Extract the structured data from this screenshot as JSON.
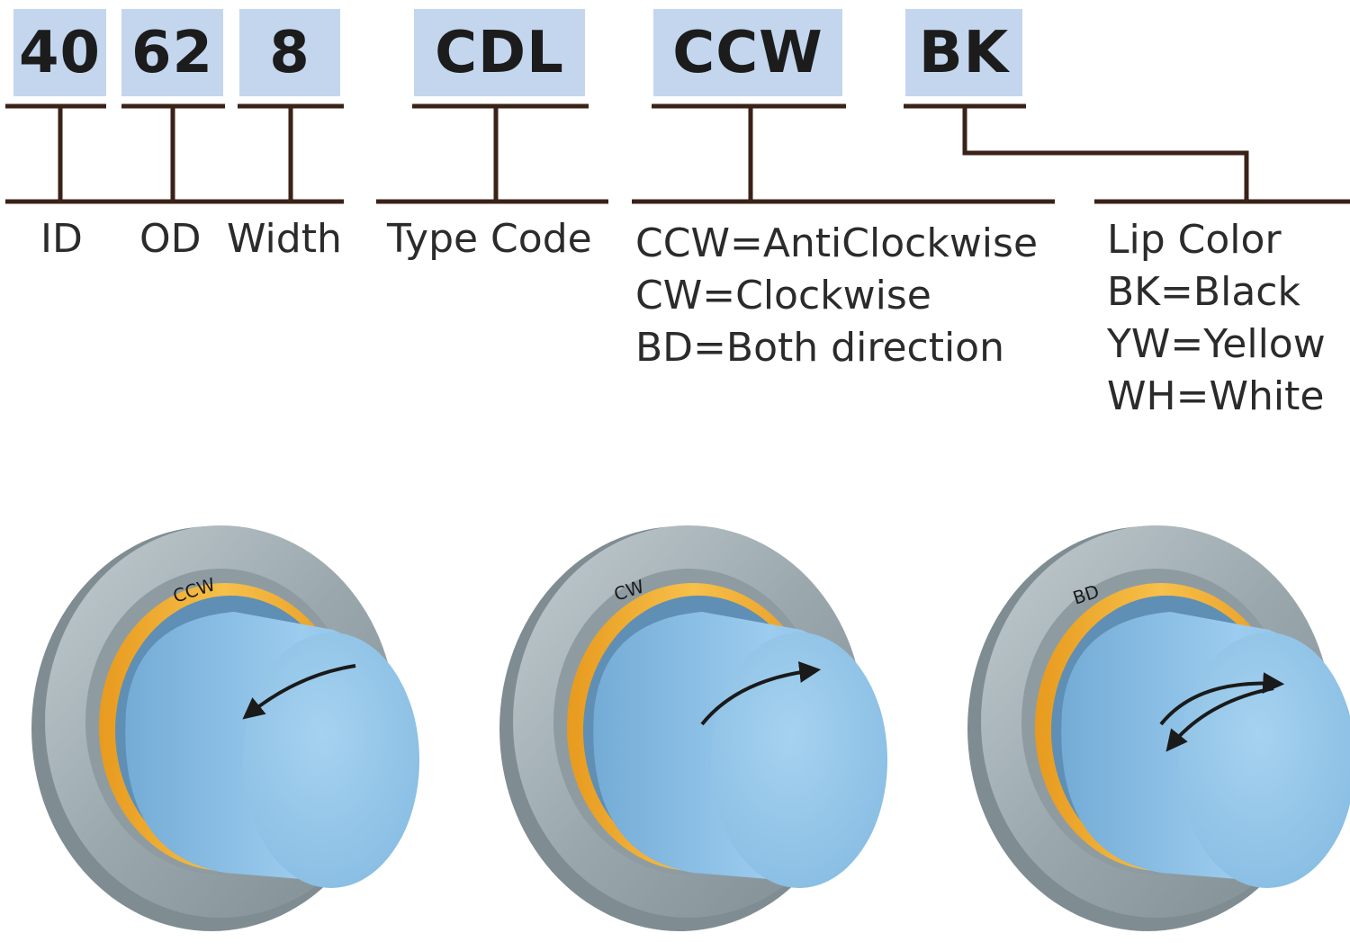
{
  "code_parts": {
    "id_value": "40",
    "od_value": "62",
    "width_value": "8",
    "type_value": "CDL",
    "direction_value": "CCW",
    "color_value": "BK"
  },
  "labels": {
    "id": "ID",
    "od": "OD",
    "width": "Width",
    "type_code": "Type Code",
    "direction_lines": [
      "CCW=AntiClockwise",
      "CW=Clockwise",
      "BD=Both direction"
    ],
    "color_lines": [
      "Lip Color",
      "BK=Black",
      "YW=Yellow",
      "WH=White"
    ]
  },
  "seals": [
    {
      "marking": "CCW",
      "rotation": "anticlockwise"
    },
    {
      "marking": "CW",
      "rotation": "clockwise"
    },
    {
      "marking": "BD",
      "rotation": "both"
    }
  ],
  "colors": {
    "code_box": "#c3d6ee",
    "connector": "#3a2218",
    "housing": "#9aa8ad",
    "lip": "#f0ac2e",
    "shaft": "#8fc3e7"
  }
}
